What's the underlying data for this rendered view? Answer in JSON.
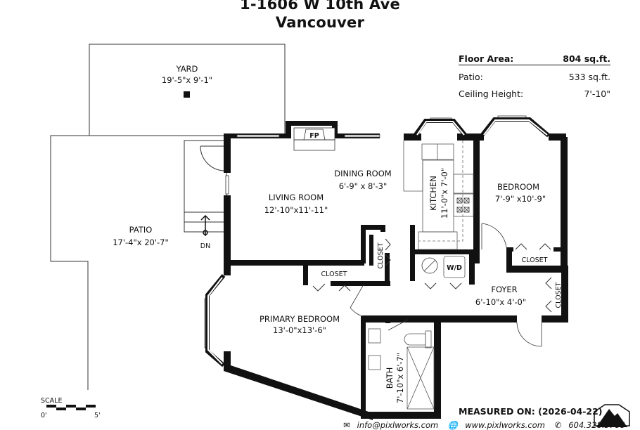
{
  "header": {
    "address": "1-1606 W 10th Ave",
    "city": "Vancouver"
  },
  "stats": {
    "floor_area_label": "Floor Area:",
    "floor_area_value": "804 sq.ft.",
    "patio_label": "Patio:",
    "patio_value": "533  sq.ft.",
    "ceiling_label": "Ceiling Height:",
    "ceiling_value": "7'-10\""
  },
  "rooms": {
    "yard": {
      "name": "YARD",
      "dims": "19'-5\"x 9'-1\""
    },
    "patio": {
      "name": "PATIO",
      "dims": "17'-4\"x 20'-7\""
    },
    "living": {
      "name": "LIVING ROOM",
      "dims": "12'-10\"x11'-11\""
    },
    "dining": {
      "name": "DINING ROOM",
      "dims": "6'-9\"  x  8'-3\""
    },
    "kitchen": {
      "name": "KITCHEN",
      "dims": "11'-0\"x 7'-0\""
    },
    "bedroom": {
      "name": "BEDROOM",
      "dims": "7'-9\" x10'-9\""
    },
    "primary": {
      "name": "PRIMARY BEDROOM",
      "dims": "13'-0\"x13'-6\""
    },
    "foyer": {
      "name": "FOYER",
      "dims": "6'-10\"x  4'-0\""
    },
    "bath": {
      "name": "BATH",
      "dims": "7'-10\"x 6'-7\""
    }
  },
  "fixtures": {
    "fireplace": "FP",
    "washer_dryer": "W/D",
    "closet": "CLOSET",
    "stairs_down": "DN"
  },
  "scale": {
    "label": "SCALE",
    "start": "0'",
    "end": "5'"
  },
  "footer": {
    "measured_on": "MEASURED ON: (2026-04-22)",
    "email": "info@pixlworks.com",
    "website": "www.pixlworks.com",
    "phone": "604.328.5788"
  }
}
